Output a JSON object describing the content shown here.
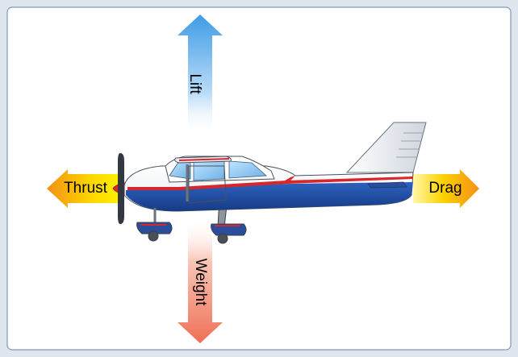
{
  "forces": {
    "lift": "Lift",
    "weight": "Weight",
    "thrust": "Thrust",
    "drag": "Drag"
  },
  "colors": {
    "lift": "#4aa3e8",
    "weight": "#f07a62",
    "thrust_inner": "#ffef00",
    "thrust_outer": "#f79a14",
    "drag_inner": "#ffef00",
    "drag_outer": "#f79a14",
    "fuselage_blue": "#1f4fa6",
    "stripe_red": "#d9262b"
  }
}
